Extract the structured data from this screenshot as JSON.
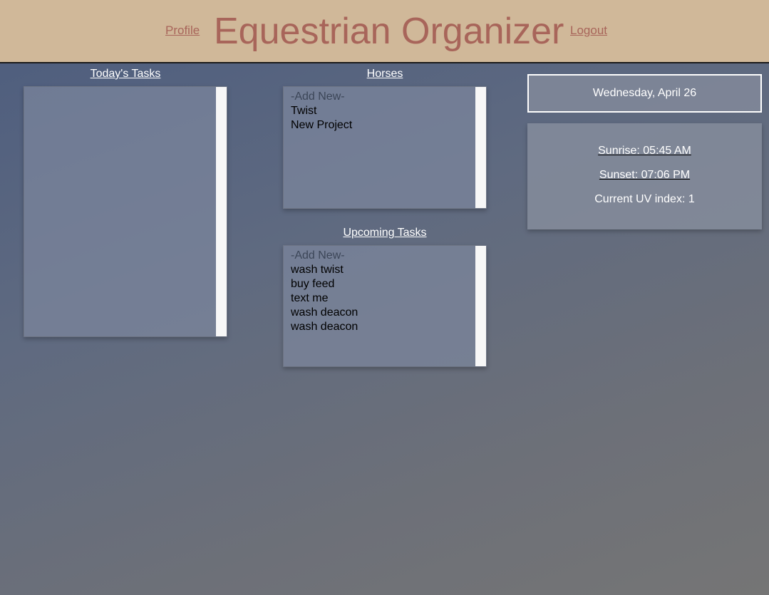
{
  "header": {
    "title": "Equestrian Organizer",
    "profile_label": "Profile",
    "logout_label": "Logout"
  },
  "today": {
    "heading": "Today's Tasks",
    "items": []
  },
  "horses": {
    "heading": "Horses",
    "items": [
      "-Add New-",
      "Twist",
      "New Project"
    ]
  },
  "upcoming": {
    "heading": "Upcoming Tasks",
    "items": [
      "-Add New-",
      "wash twist",
      "buy feed",
      "text me",
      "wash deacon",
      "wash deacon"
    ]
  },
  "info": {
    "date": "Wednesday, April 26",
    "sunrise": "Sunrise: 05:45 AM",
    "sunset": "Sunset: 07:06 PM",
    "uv": "Current UV index: 1"
  },
  "colors": {
    "header_bg": "#d0b899",
    "accent": "#a8655a",
    "text_light": "#ffffff"
  }
}
